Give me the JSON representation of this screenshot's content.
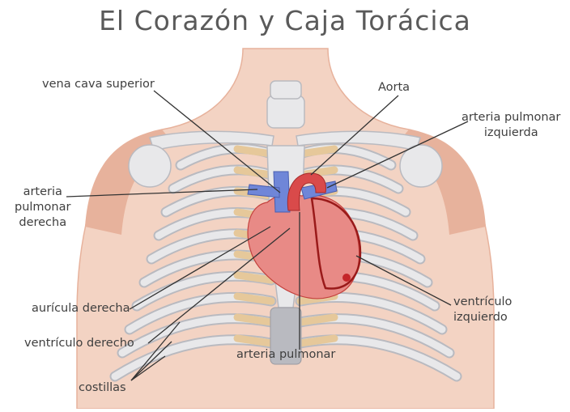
{
  "title": "El Corazón y Caja Torácica",
  "labels": {
    "vena_cava_superior": "vena cava superior",
    "aorta": "Aorta",
    "arteria_pulmonar_izquierda": [
      "arteria pulmonar",
      "izquierda"
    ],
    "arteria_pulmonar_derecha": [
      "arteria",
      "pulmonar",
      "derecha"
    ],
    "auricula_derecha": "aurícula derecha",
    "ventriculo_derecho": "ventrículo derecho",
    "costillas": "costillas",
    "arteria_pulmonar": "arteria pulmonar",
    "ventriculo_izquierdo": [
      "ventrículo",
      "izquierdo"
    ]
  },
  "colors": {
    "skin": "#f3d3c3",
    "skin_shade": "#e7b29c",
    "bone": "#e8e8ea",
    "bone_shade": "#b9bac0",
    "cartilage": "#e6c89a",
    "heart": "#e88a86",
    "heart_dark": "#c4413d",
    "vein": "#6f86d8",
    "artery": "#d94a4a",
    "outline": "#9a1a1a",
    "label_line": "#333333"
  }
}
